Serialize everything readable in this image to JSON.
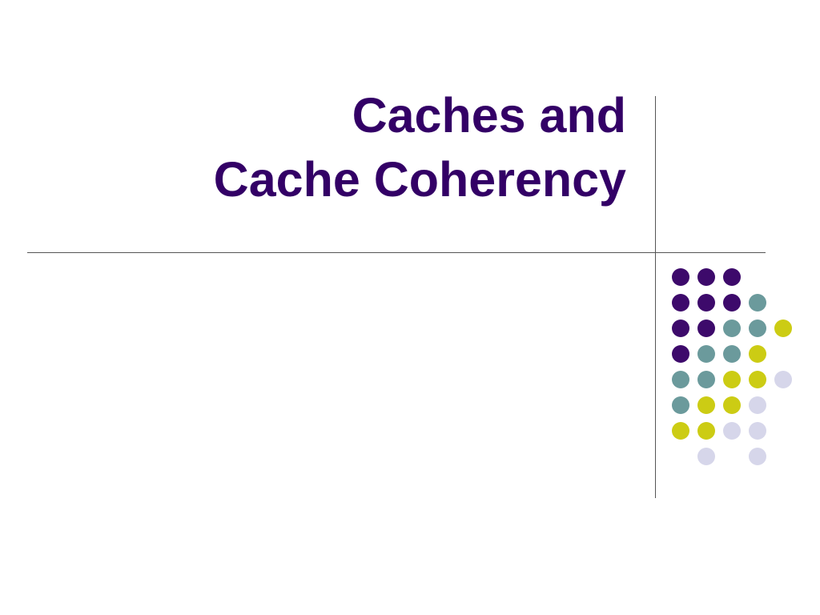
{
  "slide": {
    "title_line1": "Caches and",
    "title_line2": "Cache Coherency"
  },
  "colors": {
    "title": "#330066",
    "rule": "#555555",
    "dot_purple": "#3d0a6b",
    "dot_teal": "#6b9a9c",
    "dot_lime": "#cccc14",
    "dot_lavender": "#d6d6ea"
  },
  "dot_grid": {
    "rows": [
      [
        "purple",
        "purple",
        "purple",
        null,
        null
      ],
      [
        "purple",
        "purple",
        "purple",
        "teal",
        null
      ],
      [
        "purple",
        "purple",
        "teal",
        "teal",
        "lime"
      ],
      [
        "purple",
        "teal",
        "teal",
        "lime",
        null
      ],
      [
        "teal",
        "teal",
        "lime",
        "lime",
        "lavender"
      ],
      [
        "teal",
        "lime",
        "lime",
        "lavender",
        null
      ],
      [
        "lime",
        "lime",
        "lavender",
        "lavender",
        null
      ],
      [
        null,
        "lavender",
        null,
        "lavender",
        null
      ]
    ]
  }
}
